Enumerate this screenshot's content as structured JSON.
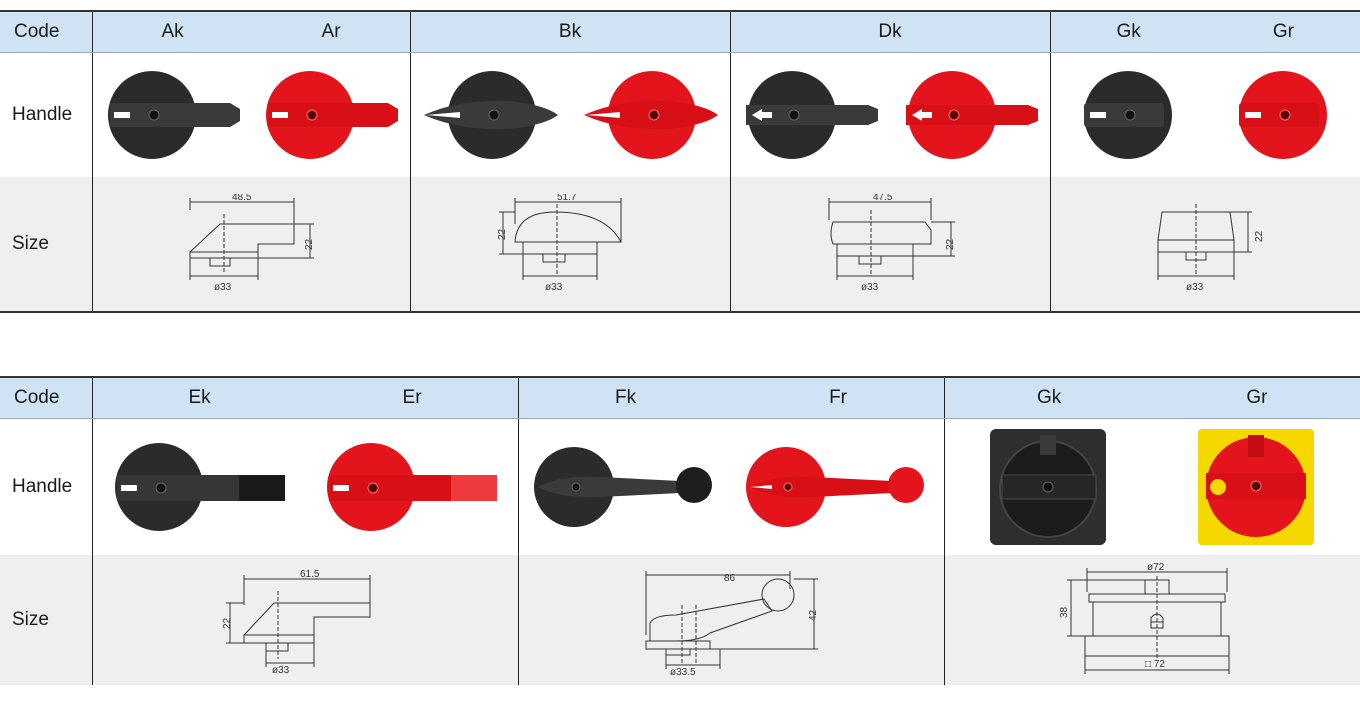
{
  "colors": {
    "header_bg": "#cfe3f4",
    "size_row_bg": "#efefef",
    "black_handle": "#2b2b2b",
    "red_handle": "#e3141c",
    "yellow_plate": "#f5d800"
  },
  "table1": {
    "code_label": "Code",
    "handle_label": "Handle",
    "size_label": "Size",
    "groups": [
      {
        "codes": [
          "Ak",
          "Ar"
        ],
        "dims": {
          "width": "48.5",
          "height": "22",
          "diameter": "ø33"
        },
        "icons": [
          "black-lever-handle-icon",
          "red-lever-handle-icon"
        ]
      },
      {
        "codes": [
          "Bk"
        ],
        "dims": {
          "width": "51.7",
          "height": "22",
          "diameter": "ø33"
        },
        "icons": [
          "black-pointer-handle-icon",
          "red-pointer-handle-icon"
        ]
      },
      {
        "codes": [
          "Dk"
        ],
        "dims": {
          "width": "47.5",
          "height": "22",
          "diameter": "ø33"
        },
        "icons": [
          "black-arrow-handle-icon",
          "red-arrow-handle-icon"
        ]
      },
      {
        "codes": [
          "Gk",
          "Gr"
        ],
        "dims": {
          "height": "22",
          "diameter": "ø33"
        },
        "icons": [
          "black-knob-handle-icon",
          "red-knob-handle-icon"
        ]
      }
    ]
  },
  "table2": {
    "code_label": "Code",
    "handle_label": "Handle",
    "size_label": "Size",
    "groups": [
      {
        "codes": [
          "Ek",
          "Er"
        ],
        "dims": {
          "width": "61.5",
          "height": "22",
          "diameter": "ø33"
        },
        "icons": [
          "black-long-lever-icon",
          "red-long-lever-icon"
        ]
      },
      {
        "codes": [
          "Fk",
          "Fr"
        ],
        "dims": {
          "width": "86",
          "height": "42",
          "diameter": "ø33.5"
        },
        "icons": [
          "black-ball-lever-icon",
          "red-ball-lever-icon"
        ]
      },
      {
        "codes": [
          "Gk",
          "Gr"
        ],
        "dims": {
          "top": "ø72",
          "height": "38",
          "bottom": "□ 72"
        },
        "icons": [
          "black-square-plate-switch-icon",
          "red-yellow-plate-switch-icon"
        ]
      }
    ]
  }
}
